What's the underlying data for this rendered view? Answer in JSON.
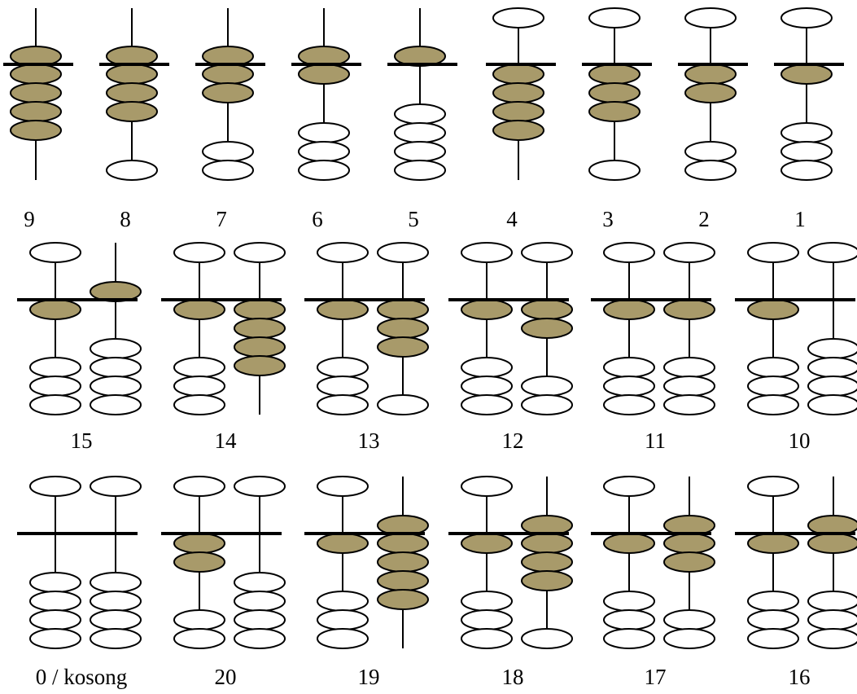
{
  "colors": {
    "active_bead": "#a89a6a",
    "inactive_bead": "#ffffff",
    "stroke": "#000000"
  },
  "rows": [
    [
      {
        "label": "9",
        "heaven_up": false,
        "earth_up": 4
      },
      {
        "label": "8",
        "heaven_up": false,
        "earth_up": 3
      },
      {
        "label": "7",
        "heaven_up": false,
        "earth_up": 2
      },
      {
        "label": "6",
        "heaven_up": false,
        "earth_up": 1
      },
      {
        "label": "5",
        "heaven_up": false,
        "earth_up": 0
      },
      {
        "label": "4",
        "heaven_up": true,
        "earth_up": 4
      },
      {
        "label": "3",
        "heaven_up": true,
        "earth_up": 3
      },
      {
        "label": "2",
        "heaven_up": true,
        "earth_up": 2
      },
      {
        "label": "1",
        "heaven_up": true,
        "earth_up": 1
      }
    ],
    [
      {
        "label": "15",
        "rods": [
          {
            "heaven_up": true,
            "earth_up": 1
          },
          {
            "heaven_up": false,
            "earth_up": 0
          }
        ]
      },
      {
        "label": "14",
        "rods": [
          {
            "heaven_up": true,
            "earth_up": 1
          },
          {
            "heaven_up": true,
            "earth_up": 4
          }
        ]
      },
      {
        "label": "13",
        "rods": [
          {
            "heaven_up": true,
            "earth_up": 1
          },
          {
            "heaven_up": true,
            "earth_up": 3
          }
        ]
      },
      {
        "label": "12",
        "rods": [
          {
            "heaven_up": true,
            "earth_up": 1
          },
          {
            "heaven_up": true,
            "earth_up": 2
          }
        ]
      },
      {
        "label": "11",
        "rods": [
          {
            "heaven_up": true,
            "earth_up": 1
          },
          {
            "heaven_up": true,
            "earth_up": 1
          }
        ]
      },
      {
        "label": "10",
        "rods": [
          {
            "heaven_up": true,
            "earth_up": 1
          },
          {
            "heaven_up": true,
            "earth_up": 0
          }
        ]
      }
    ],
    [
      {
        "label": "0 / kosong",
        "rods": [
          {
            "heaven_up": true,
            "earth_up": 0
          },
          {
            "heaven_up": true,
            "earth_up": 0
          }
        ]
      },
      {
        "label": "20",
        "rods": [
          {
            "heaven_up": true,
            "earth_up": 2
          },
          {
            "heaven_up": true,
            "earth_up": 0
          }
        ]
      },
      {
        "label": "19",
        "rods": [
          {
            "heaven_up": true,
            "earth_up": 1
          },
          {
            "heaven_up": false,
            "earth_up": 4
          }
        ]
      },
      {
        "label": "18",
        "rods": [
          {
            "heaven_up": true,
            "earth_up": 1
          },
          {
            "heaven_up": false,
            "earth_up": 3
          }
        ]
      },
      {
        "label": "17",
        "rods": [
          {
            "heaven_up": true,
            "earth_up": 1
          },
          {
            "heaven_up": false,
            "earth_up": 2
          }
        ]
      },
      {
        "label": "16",
        "rods": [
          {
            "heaven_up": true,
            "earth_up": 1
          },
          {
            "heaven_up": false,
            "earth_up": 1
          }
        ]
      }
    ]
  ]
}
